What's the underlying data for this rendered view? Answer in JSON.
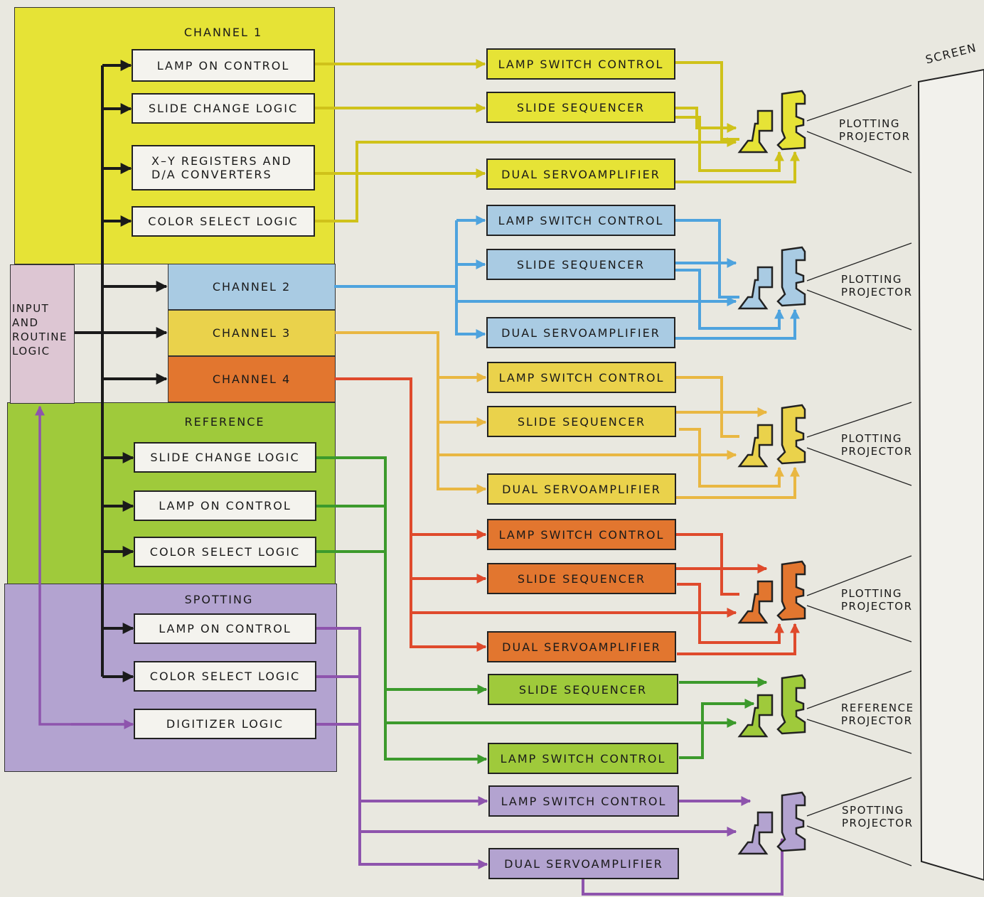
{
  "colors": {
    "channel1": "#e6e336",
    "channel2": "#a9cbe3",
    "channel3": "#ead24b",
    "channel4": "#e2762f",
    "reference": "#9fca3b",
    "spotting": "#b3a3d0",
    "input": "#ddc6d3",
    "wire_yellow": "#cfc21a",
    "wire_blue": "#4ea3de",
    "wire_gold": "#e9b742",
    "wire_red": "#df4a2c",
    "wire_green": "#3c9a2c",
    "wire_purple": "#8e54ad"
  },
  "input_logic": {
    "label": "INPUT\nAND\nROUTINE\nLOGIC"
  },
  "channel1": {
    "title": "CHANNEL 1",
    "blocks": [
      "LAMP ON CONTROL",
      "SLIDE CHANGE LOGIC",
      "X–Y REGISTERS AND\nD/A CONVERTERS",
      "COLOR SELECT LOGIC"
    ]
  },
  "channel2": {
    "title": "CHANNEL 2"
  },
  "channel3": {
    "title": "CHANNEL 3"
  },
  "channel4": {
    "title": "CHANNEL 4"
  },
  "reference": {
    "title": "REFERENCE",
    "blocks": [
      "SLIDE CHANGE LOGIC",
      "LAMP ON CONTROL",
      "COLOR SELECT LOGIC"
    ]
  },
  "spotting": {
    "title": "SPOTTING",
    "blocks": [
      "LAMP ON CONTROL",
      "COLOR SELECT LOGIC",
      "DIGITIZER LOGIC"
    ]
  },
  "units": {
    "ch1": [
      "LAMP SWITCH CONTROL",
      "SLIDE SEQUENCER",
      "DUAL SERVOAMPLIFIER"
    ],
    "ch2": [
      "LAMP SWITCH CONTROL",
      "SLIDE SEQUENCER",
      "DUAL SERVOAMPLIFIER"
    ],
    "ch3": [
      "LAMP SWITCH CONTROL",
      "SLIDE SEQUENCER",
      "DUAL SERVOAMPLIFIER"
    ],
    "ch4": [
      "LAMP SWITCH CONTROL",
      "SLIDE SEQUENCER",
      "DUAL SERVOAMPLIFIER"
    ],
    "ref": [
      "SLIDE SEQUENCER",
      "LAMP SWITCH CONTROL"
    ],
    "spot": [
      "LAMP SWITCH CONTROL",
      "DUAL SERVOAMPLIFIER"
    ]
  },
  "projectors": [
    "PLOTTING\nPROJECTOR",
    "PLOTTING\nPROJECTOR",
    "PLOTTING\nPROJECTOR",
    "PLOTTING\nPROJECTOR",
    "REFERENCE\nPROJECTOR",
    "SPOTTING\nPROJECTOR"
  ],
  "screen": {
    "label": "SCREEN"
  }
}
